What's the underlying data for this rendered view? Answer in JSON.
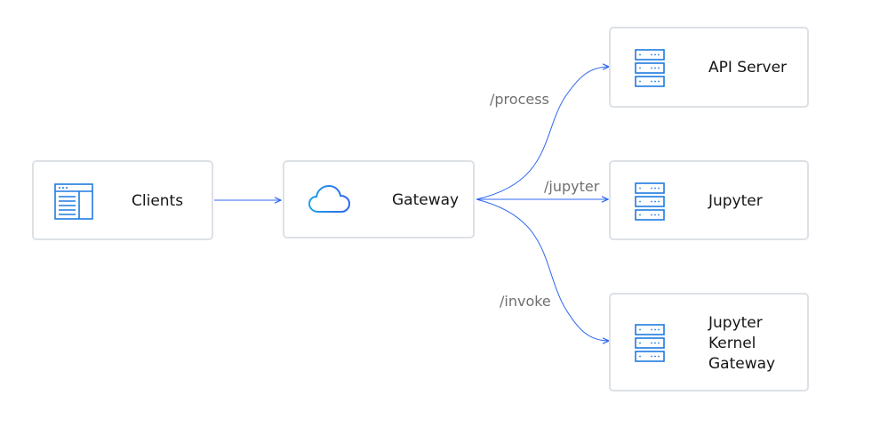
{
  "colors": {
    "edge": "#2f67f0",
    "node_border": "#dde1e6",
    "icon": "#1e7be0",
    "edge_label": "#6f6f6f"
  },
  "nodes": {
    "clients": {
      "label": "Clients",
      "icon": "browser-window-icon"
    },
    "gateway": {
      "label": "Gateway",
      "icon": "cloud-icon"
    },
    "api_server": {
      "label": "API Server",
      "icon": "server-icon"
    },
    "jupyter": {
      "label": "Jupyter",
      "icon": "server-icon"
    },
    "kernel_gateway": {
      "label_lines": [
        "Jupyter",
        "Kernel",
        "Gateway"
      ],
      "icon": "server-icon"
    }
  },
  "edges": {
    "process": "/process",
    "jupyter": "/jupyter",
    "invoke": "/invoke"
  }
}
